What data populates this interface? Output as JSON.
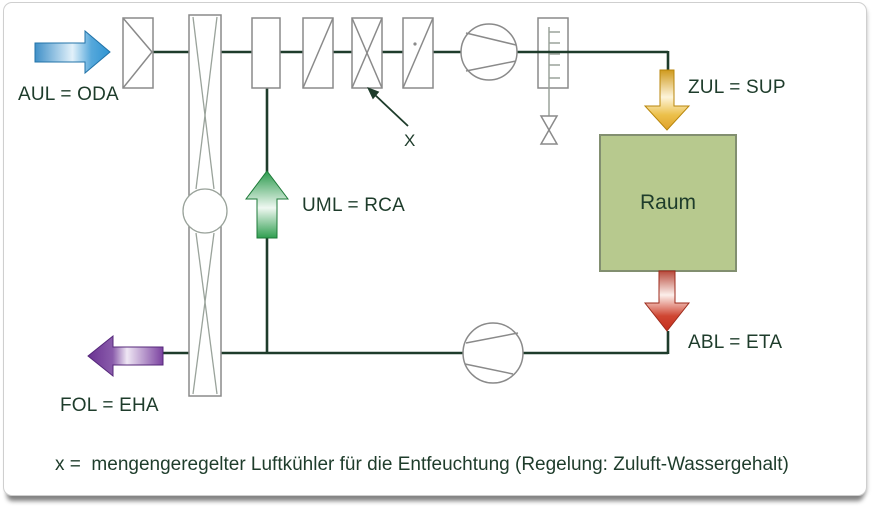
{
  "diagram": {
    "labels": {
      "outside_air": "AUL = ODA",
      "supply_air": "ZUL = SUP",
      "recirculation_air": "UML = RCA",
      "extract_air": "ABL = ETA",
      "exhaust_air": "FOL = EHA",
      "room": "Raum",
      "x_marker": "X"
    },
    "caption": "x =  mengengeregelter Luftkühler für die Entfeuchtung (Regelung: Zuluft-Wassergehalt)",
    "colors": {
      "line": "#1e3c2b",
      "component_stroke": "#8a8a8a",
      "outside_air_arrow": "#3395cf",
      "supply_air_arrow": "#dfa52a",
      "recirculation_arrow": "#2f9e50",
      "extract_arrow": "#c5301f",
      "exhaust_arrow": "#6f3796",
      "room_fill": "#b7c98e"
    },
    "symbols": [
      "damper-icon",
      "rotary-heat-exchanger-icon",
      "mixing-box-icon",
      "heater-coil-icon",
      "cooler-coil-icon",
      "reheater-coil-icon",
      "supply-fan-icon",
      "humidifier-icon",
      "valve-icon",
      "extract-fan-icon",
      "room-box"
    ]
  }
}
